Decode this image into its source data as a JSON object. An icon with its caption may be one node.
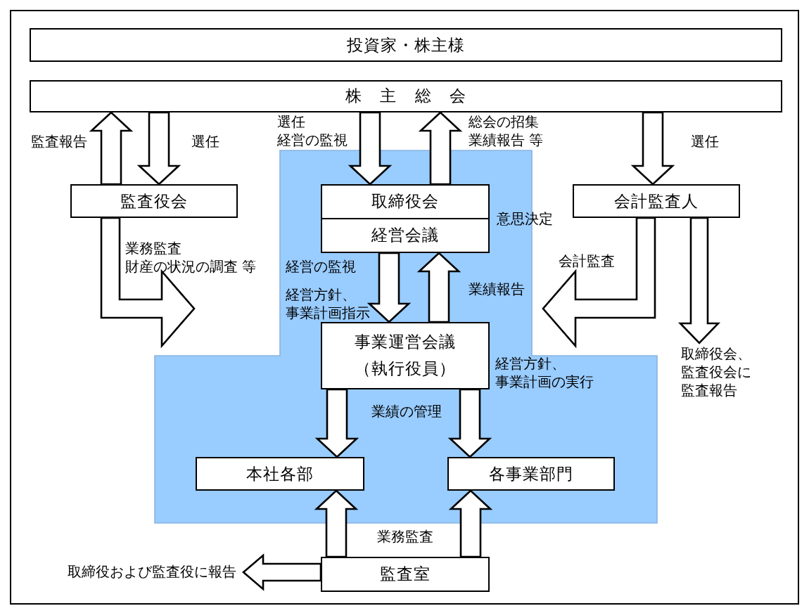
{
  "diagram": {
    "nodes": [
      {
        "text": [
          "投資家・株主様"
        ]
      },
      {
        "text": [
          "株主総会"
        ]
      },
      {
        "text": [
          "監査役会"
        ]
      },
      {
        "text": [],
        "shape": "polygon"
      },
      {
        "text": [
          "取締役会"
        ],
        "in": 3
      },
      {
        "text": [
          "経営会議"
        ],
        "in": 3
      },
      {
        "text": [
          "会計監査人"
        ]
      },
      {
        "text": [
          "事業運営会議",
          "（執行役員）"
        ],
        "in": 3,
        "beside": [
          "経営方針、事業計画の実行"
        ]
      },
      {
        "text": [
          "本社各部"
        ],
        "in": 3
      },
      {
        "text": [
          "各事業部門"
        ],
        "in": 3
      },
      {
        "text": [
          "監査室"
        ]
      }
    ],
    "edges": [
      {
        "from": 2,
        "to": 1,
        "arrow": "to",
        "label": "監査報告"
      },
      {
        "from": 1,
        "to": 2,
        "arrow": "to",
        "label": "選任"
      },
      {
        "from": 1,
        "to": 4,
        "arrow": "to",
        "label": "選任経営の監視"
      },
      {
        "from": 4,
        "to": 1,
        "arrow": "to",
        "label": "総会の招集業績報告 等"
      },
      {
        "from": 1,
        "to": 6,
        "arrow": "to",
        "label": "選任"
      },
      {
        "from": 2,
        "to": 3,
        "arrow": "to",
        "label": "業務監査財産の状況の調査 等"
      },
      {
        "from": 6,
        "to": 3,
        "arrow": "to",
        "label": "会計監査"
      },
      {
        "from": 6,
        "to": null,
        "arrow": "to",
        "label": "取締役会、監査役会に監査報告"
      },
      {
        "from": 5,
        "to": 7,
        "arrow": "to",
        "label": "経営方針、事業計画指示"
      },
      {
        "from": 7,
        "to": 5,
        "arrow": "to",
        "label": "業績報告"
      },
      {
        "from": 7,
        "to": 8,
        "arrow": "to"
      },
      {
        "from": 7,
        "to": 9,
        "arrow": "to"
      },
      {
        "from": 10,
        "to": 8,
        "arrow": "to"
      },
      {
        "from": 10,
        "to": 9,
        "arrow": "to"
      },
      {
        "from": 10,
        "to": null,
        "arrow": "to",
        "label": "取締役および監査役に報告"
      }
    ],
    "labels": [
      "意思決定",
      "経営の監視",
      "業績の管理",
      "業務監査"
    ]
  }
}
